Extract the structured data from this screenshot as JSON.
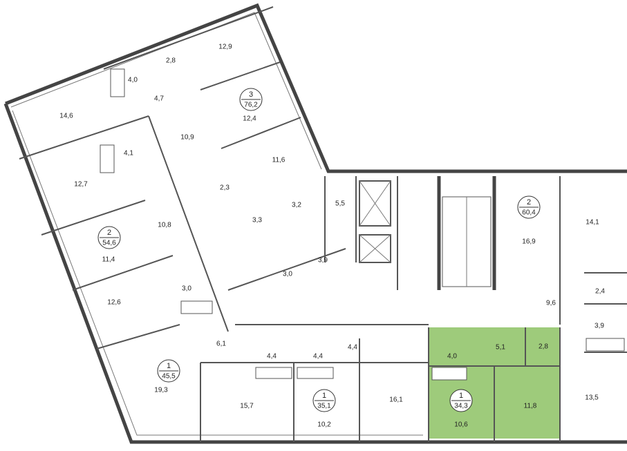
{
  "apartments": [
    {
      "number": "3",
      "area": "76,2"
    },
    {
      "number": "2",
      "area": "54,6"
    },
    {
      "number": "1",
      "area": "45,5"
    },
    {
      "number": "1",
      "area": "35,1"
    },
    {
      "number": "1",
      "area": "34,3",
      "highlighted": true
    },
    {
      "number": "2",
      "area": "60,4"
    }
  ],
  "rooms": [
    "12,9",
    "2,8",
    "4,0",
    "4,7",
    "14,6",
    "12,4",
    "10,9",
    "4,1",
    "11,6",
    "12,7",
    "2,3",
    "3,2",
    "5,5",
    "10,8",
    "3,3",
    "11,4",
    "3,0",
    "3,9",
    "12,6",
    "3,0",
    "6,1",
    "4,4",
    "4,4",
    "4,4",
    "19,3",
    "15,7",
    "10,2",
    "16,1",
    "4,0",
    "5,1",
    "2,8",
    "10,6",
    "11,8",
    "13,5",
    "16,9",
    "14,1",
    "2,4",
    "9,6",
    "3,9"
  ],
  "colors": {
    "highlight": "#9ecb7b",
    "wall": "#555555",
    "background": "#ffffff"
  }
}
